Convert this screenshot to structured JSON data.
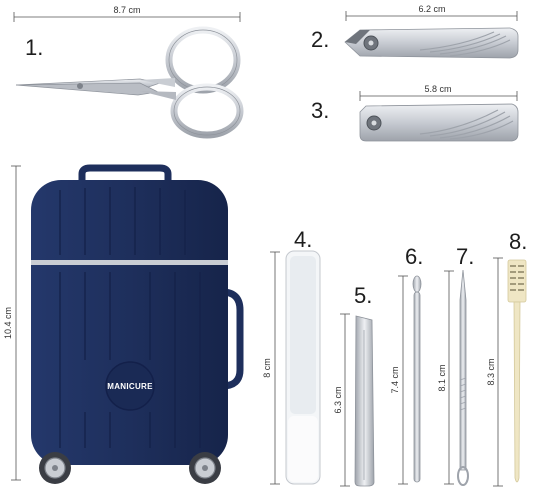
{
  "items": [
    {
      "number": "1.",
      "name": "Scissors",
      "measurement": "8.7 cm"
    },
    {
      "number": "2.",
      "name": "Large nail clipper",
      "measurement": "6.2 cm"
    },
    {
      "number": "3.",
      "name": "Small nail clipper",
      "measurement": "5.8 cm"
    },
    {
      "number": "4.",
      "name": "Nail file",
      "measurement": "8 cm"
    },
    {
      "number": "5.",
      "name": "Tweezers",
      "measurement": "6.3 cm"
    },
    {
      "number": "6.",
      "name": "Ear pick",
      "measurement": "7.4 cm"
    },
    {
      "number": "7.",
      "name": "Cuticle pusher",
      "measurement": "8.1 cm"
    },
    {
      "number": "8.",
      "name": "Comb brush",
      "measurement": "8.3 cm"
    }
  ],
  "case": {
    "label": "MANICURE",
    "measurement": "10.4 cm"
  },
  "colors": {
    "case": "#1e2f5c",
    "steel": "#c9cdd3",
    "brush": "#efe6c4"
  }
}
